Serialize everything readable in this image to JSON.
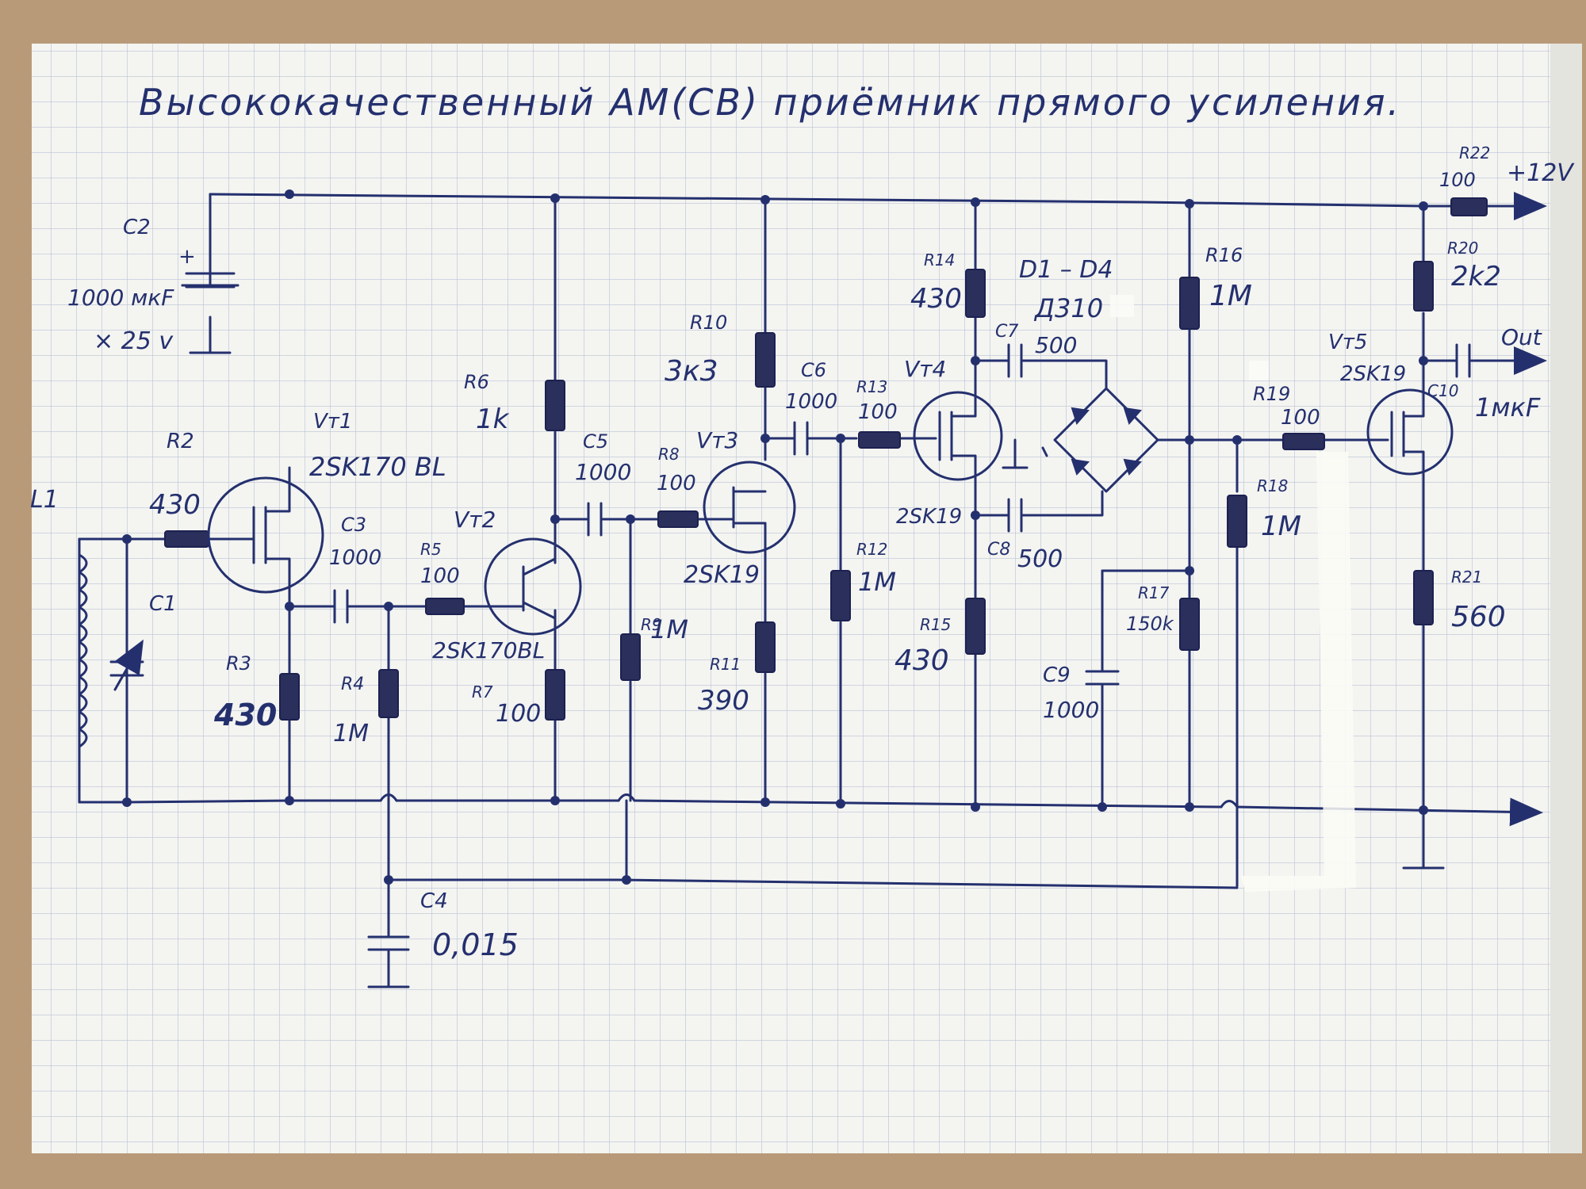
{
  "title": "Высококачественный АМ(СВ) приёмник прямого усиления.",
  "supply": "+12V",
  "output": "Out",
  "colors": {
    "ink": "#24306e",
    "paper": "#f4f4f1",
    "grid": "#b9c3d6",
    "resistor": "#2a2f5c"
  },
  "components": {
    "L1": {
      "ref": "L1"
    },
    "C1": {
      "ref": "C1"
    },
    "C2": {
      "ref": "C2",
      "value_line1": "1000 мкF",
      "value_line2": "× 25 v",
      "polarity": "+"
    },
    "R2": {
      "ref": "R2",
      "value": "430"
    },
    "R3": {
      "ref": "R3",
      "value": "430"
    },
    "VT1": {
      "ref": "Vт1",
      "part": "2SK170 BL"
    },
    "C3": {
      "ref": "C3",
      "value": "1000"
    },
    "R4": {
      "ref": "R4",
      "value": "1M"
    },
    "R5": {
      "ref": "R5",
      "value": "100"
    },
    "VT2": {
      "ref": "Vт2",
      "part": "2SK170BL"
    },
    "R6": {
      "ref": "R6",
      "value": "1k"
    },
    "R7": {
      "ref": "R7",
      "value": "100"
    },
    "C4": {
      "ref": "C4",
      "value": "0,015"
    },
    "C5": {
      "ref": "C5",
      "value": "1000"
    },
    "R8": {
      "ref": "R8",
      "value": "100"
    },
    "R9": {
      "ref": "R9",
      "value": "1M"
    },
    "VT3": {
      "ref": "Vт3",
      "part": "2SK19"
    },
    "R10": {
      "ref": "R10",
      "value": "3к3"
    },
    "R11": {
      "ref": "R11",
      "value": "390"
    },
    "C6": {
      "ref": "C6",
      "value": "1000"
    },
    "R12": {
      "ref": "R12",
      "value": "1M"
    },
    "R13": {
      "ref": "R13",
      "value": "100"
    },
    "VT4": {
      "ref": "Vт4",
      "part": "2SK19"
    },
    "R14": {
      "ref": "R14",
      "value": "430"
    },
    "R15": {
      "ref": "R15",
      "value": "430"
    },
    "C7": {
      "ref": "C7",
      "value": "500"
    },
    "C8": {
      "ref": "C8",
      "value": "500"
    },
    "D": {
      "ref": "D1 – D4",
      "part": "Д310"
    },
    "C9": {
      "ref": "C9",
      "value": "1000"
    },
    "R16": {
      "ref": "R16",
      "value": "1M"
    },
    "R17": {
      "ref": "R17",
      "value": "150k"
    },
    "R18": {
      "ref": "R18",
      "value": "1M"
    },
    "R19": {
      "ref": "R19",
      "value": "100"
    },
    "VT5": {
      "ref": "Vт5",
      "part": "2SK19"
    },
    "R20": {
      "ref": "R20",
      "value": "2k2"
    },
    "R21": {
      "ref": "R21",
      "value": "560"
    },
    "R22": {
      "ref": "R22",
      "value": "100"
    },
    "C10": {
      "ref": "C10",
      "value": "1мкF"
    }
  }
}
